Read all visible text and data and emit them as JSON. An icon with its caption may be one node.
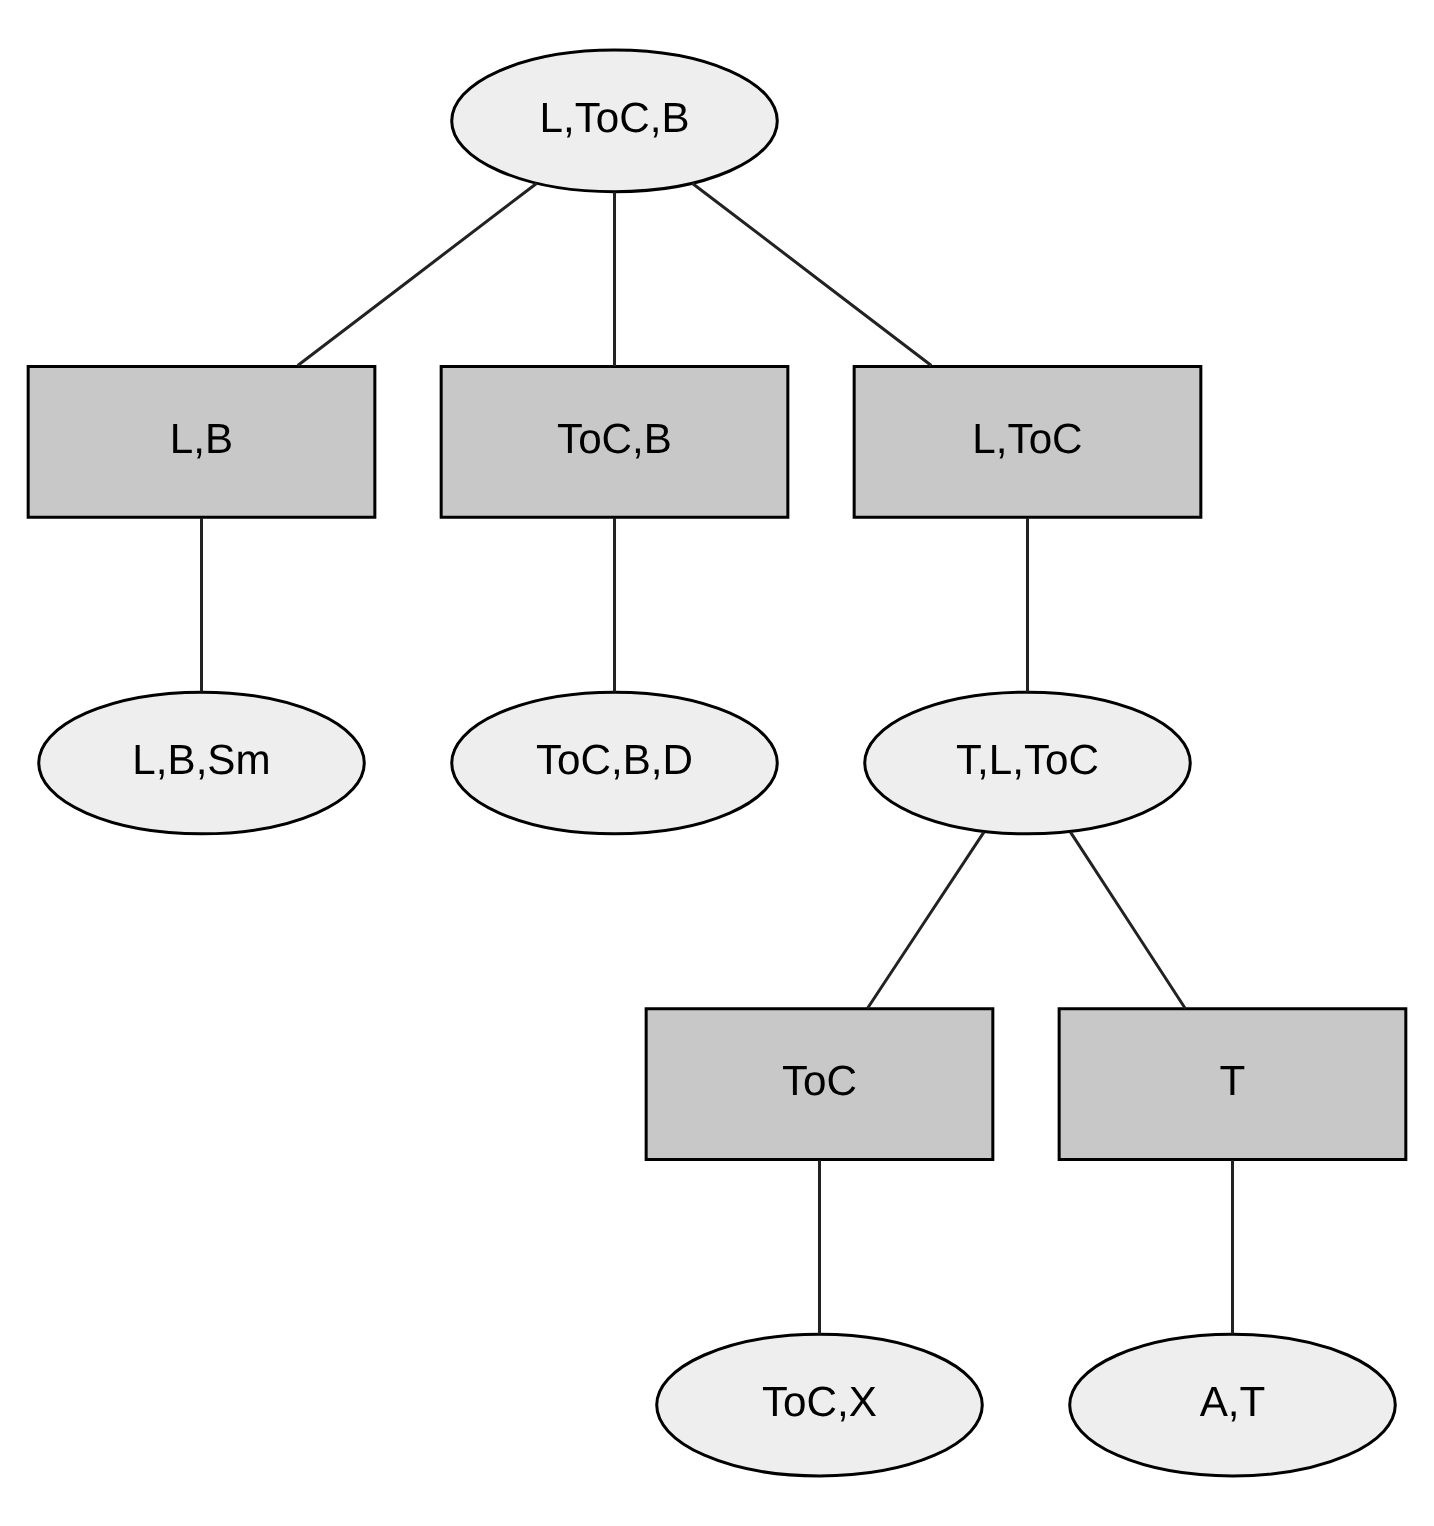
{
  "diagram": {
    "nodes": [
      {
        "text": [
          "L,ToC,B"
        ]
      },
      {
        "text": [
          "L,B"
        ]
      },
      {
        "text": [
          "ToC,B"
        ]
      },
      {
        "text": [
          "L,ToC"
        ]
      },
      {
        "text": [
          "L,B,Sm"
        ]
      },
      {
        "text": [
          "ToC,B,D"
        ]
      },
      {
        "text": [
          "T,L,ToC"
        ]
      },
      {
        "text": [
          "ToC"
        ]
      },
      {
        "text": [
          "T"
        ]
      },
      {
        "text": [
          "ToC,X"
        ]
      },
      {
        "text": [
          "A,T"
        ]
      }
    ],
    "edges": [
      {
        "from": 0,
        "to": 1,
        "arrow": "none"
      },
      {
        "from": 0,
        "to": 2,
        "arrow": "none"
      },
      {
        "from": 0,
        "to": 3,
        "arrow": "none"
      },
      {
        "from": 1,
        "to": 4,
        "arrow": "none"
      },
      {
        "from": 2,
        "to": 5,
        "arrow": "none"
      },
      {
        "from": 3,
        "to": 6,
        "arrow": "none"
      },
      {
        "from": 6,
        "to": 7,
        "arrow": "none"
      },
      {
        "from": 6,
        "to": 8,
        "arrow": "none"
      },
      {
        "from": 7,
        "to": 9,
        "arrow": "none"
      },
      {
        "from": 8,
        "to": 10,
        "arrow": "none"
      }
    ]
  }
}
